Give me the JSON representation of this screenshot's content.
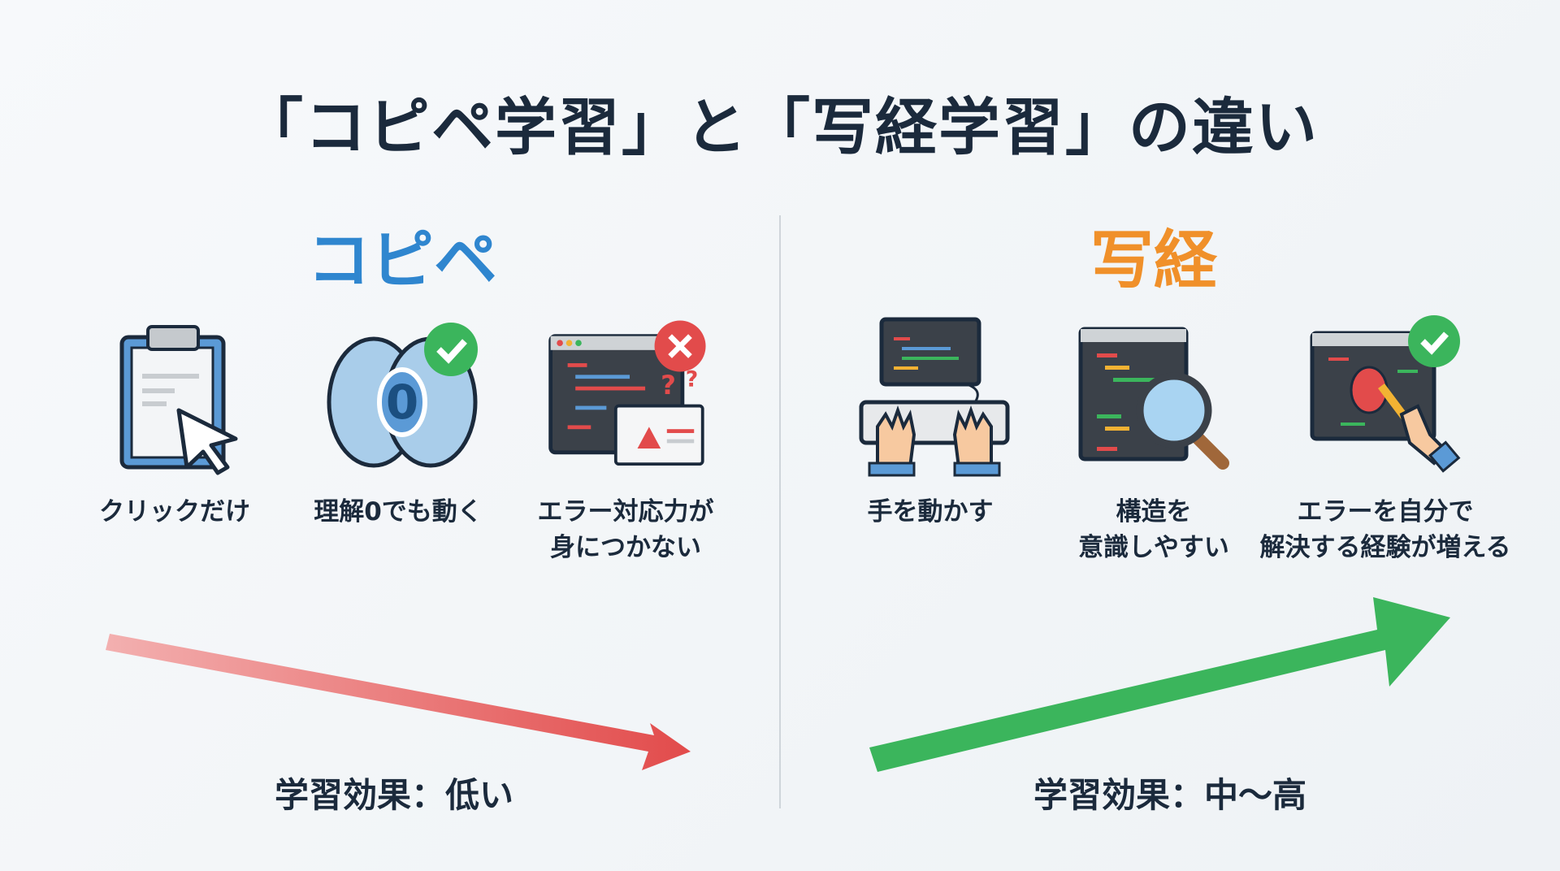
{
  "title": "「コピペ学習」と「写経学習」の違い",
  "left": {
    "heading": "コピペ",
    "items": [
      {
        "label": "クリックだけ",
        "icon": "clipboard-click-icon"
      },
      {
        "label": "理解0でも動く",
        "icon": "brain-zero-check-icon",
        "zero": "0"
      },
      {
        "label1": "エラー対応力が",
        "label2": "身につかない",
        "icon": "code-error-icon"
      }
    ],
    "effect": "学習効果：低い",
    "arrow_color": "#e24b4b"
  },
  "right": {
    "heading": "写経",
    "items": [
      {
        "label": "手を動かす",
        "icon": "keyboard-typing-icon"
      },
      {
        "label1": "構造を",
        "label2": "意識しやすい",
        "icon": "code-magnifier-icon"
      },
      {
        "label1": "エラーを自分で",
        "label2": "解決する経験が増える",
        "icon": "debug-check-icon"
      }
    ],
    "effect": "学習効果：中〜高",
    "arrow_color": "#3bb55c"
  }
}
